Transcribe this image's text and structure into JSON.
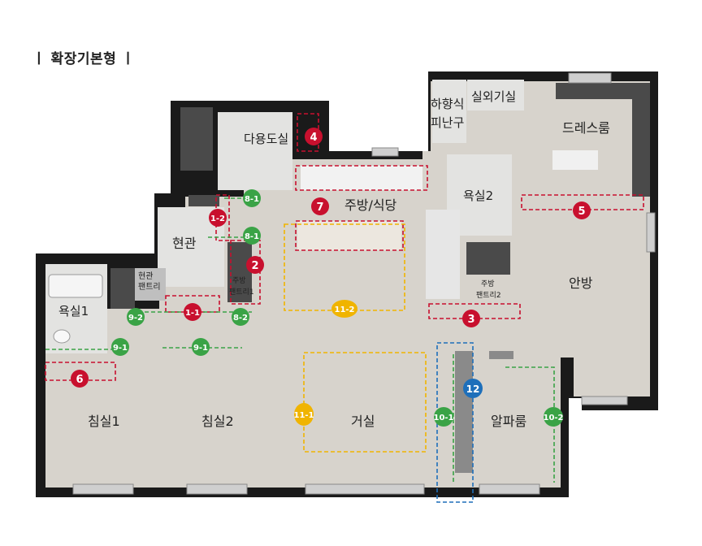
{
  "title": "ㅣ 확장기본형 ㅣ",
  "colors": {
    "wall": "#1a1a1a",
    "floor_wood": "#d7d3cc",
    "floor_tile": "#e3e3e1",
    "red": "#c8102e",
    "green": "#3aa346",
    "yellow": "#f0b400",
    "blue": "#1e6fba"
  },
  "rooms": {
    "multi_room": "다용도실",
    "escape": "하향식\n피난구",
    "outdoor_unit": "실외기실",
    "dress_room": "드레스룸",
    "kitchen": "주방/식당",
    "bath2": "욕실2",
    "entrance": "현관",
    "entrance_pantry": "현관\n팬트리",
    "kitchen_pantry1": "주방\n팬트리1",
    "kitchen_pantry2": "주방\n팬트리2",
    "bath1": "욕실1",
    "master": "안방",
    "bed1": "침실1",
    "bed2": "침실2",
    "living": "거실",
    "alpha": "알파룸"
  },
  "markers": {
    "m4": "4",
    "m7": "7",
    "m2": "2",
    "m12": "1-2",
    "m11": "1-1",
    "m3": "3",
    "m5": "5",
    "m6": "6",
    "g81a": "8-1",
    "g81b": "8-1",
    "g82": "8-2",
    "g92": "9-2",
    "g91a": "9-1",
    "g91b": "9-1",
    "g101": "10-1",
    "g102": "10-2",
    "y112": "11-2",
    "y111": "11-1",
    "b12": "12"
  }
}
